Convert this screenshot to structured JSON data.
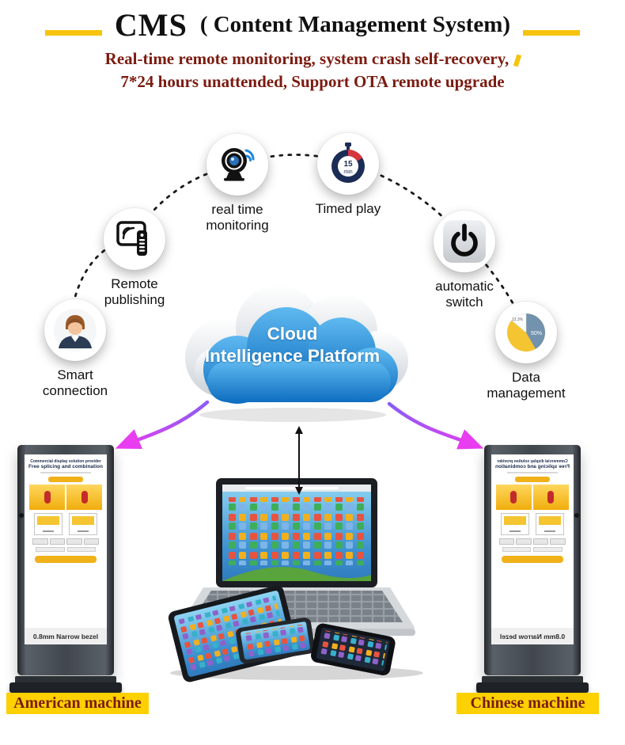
{
  "header": {
    "title_main": "CMS",
    "title_paren": "( Content Management System)",
    "subtitle_line1": "Real-time remote monitoring, system crash self-recovery,",
    "subtitle_line2": "7*24 hours unattended, Support OTA remote upgrade",
    "accent_color": "#f6c40d",
    "subtitle_color": "#7b1b10"
  },
  "cloud": {
    "line1": "Cloud",
    "line2": "Intelligence Platform",
    "color": "#1787d8"
  },
  "features": [
    {
      "id": "smart-connection",
      "line1": "Smart",
      "line2": "connection",
      "icon": "person-icon"
    },
    {
      "id": "remote-publishing",
      "line1": "Remote",
      "line2": "publishing",
      "icon": "remote-control-icon"
    },
    {
      "id": "real-time-monitoring",
      "line1": "real time",
      "line2": "monitoring",
      "icon": "webcam-icon"
    },
    {
      "id": "timed-play",
      "line1": "Timed play",
      "line2": "",
      "icon": "timer-icon",
      "timer_value": "15",
      "timer_unit": "min"
    },
    {
      "id": "automatic-switch",
      "line1": "automatic",
      "line2": "switch",
      "icon": "power-icon"
    },
    {
      "id": "data-management",
      "line1": "Data",
      "line2": "management",
      "icon": "pie-chart-icon",
      "pie_label_small": "13.3%",
      "pie_label_large": "50%"
    }
  ],
  "kiosk_screen": {
    "line1": "Commercial display solution provider",
    "line2": "Free splicing and combination",
    "bottom_text": "0.8mm Narrow bezel"
  },
  "footer": {
    "left_label": "American machine",
    "right_label": "Chinese machine",
    "highlight_color": "#fdd000"
  },
  "connections": {
    "arrow_color_start": "#8a5cf5",
    "arrow_color_end": "#e83df0",
    "dashed_line_color": "#1a1a1a"
  }
}
